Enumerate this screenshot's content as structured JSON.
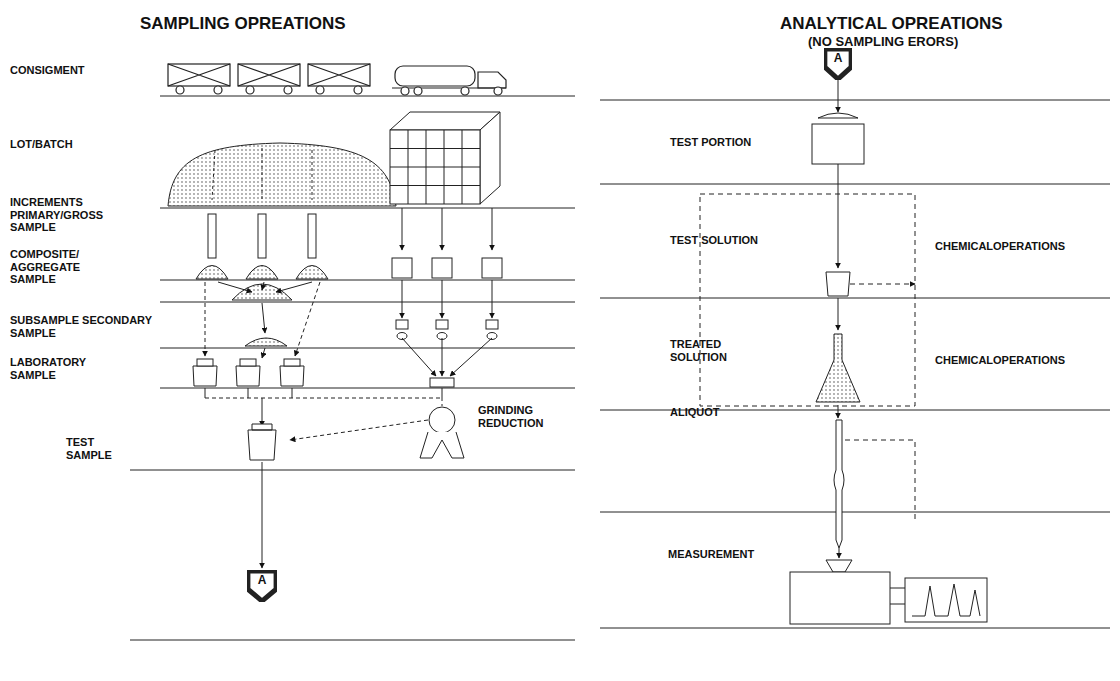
{
  "diagram": {
    "nodes": [
      {
        "text": [
          "A"
        ]
      },
      {
        "text": [
          "A"
        ]
      }
    ],
    "labels": [
      "SAMPLING OPREATIONS",
      "ANALYTICAL OPREATIONS",
      "(NO SAMPLING ERORS)",
      "CONSIGMENT",
      "LOT/BATCH",
      "INCREMENTS PRIMARY/GROSS SAMPLE",
      "COMPOSITE/ AGGREGATE SAMPLE",
      "SUBSAMPLE SECONDARY SAMPLE",
      "LABORATORY SAMPLE",
      "GRINDING REDUCTION",
      "TEST SAMPLE",
      "TEST PORTION",
      "TEST SOLUTION",
      "CHEMICALOPERATIONS",
      "TREATED SOLUTION",
      "ALIQUOT",
      "CHEMICALOPERATIONS",
      "MEASUREMENT"
    ]
  }
}
